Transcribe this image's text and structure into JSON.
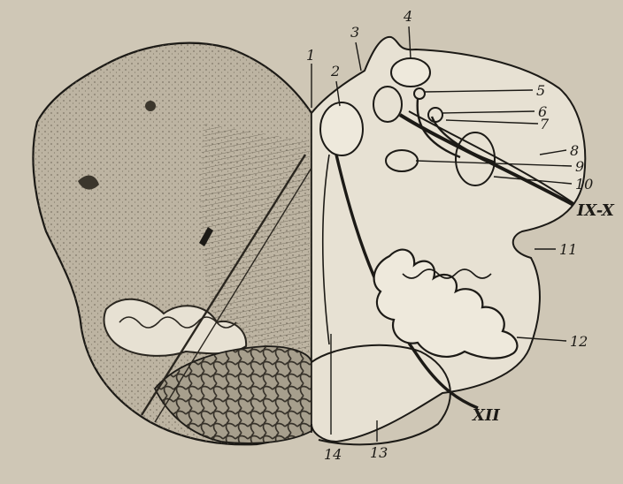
{
  "figure": {
    "palette": {
      "paper": "#cfc7b6",
      "paper_light": "#e7e1d3",
      "ink": "#1c1a16",
      "shade": "#8c8474"
    },
    "labels": [
      {
        "id": "1",
        "text": "1"
      },
      {
        "id": "2",
        "text": "2"
      },
      {
        "id": "3",
        "text": "3"
      },
      {
        "id": "4",
        "text": "4"
      },
      {
        "id": "5",
        "text": "5"
      },
      {
        "id": "6",
        "text": "6"
      },
      {
        "id": "7",
        "text": "7"
      },
      {
        "id": "8",
        "text": "8"
      },
      {
        "id": "9",
        "text": "9"
      },
      {
        "id": "10",
        "text": "10"
      },
      {
        "id": "11",
        "text": "11"
      },
      {
        "id": "12",
        "text": "12"
      },
      {
        "id": "13",
        "text": "13"
      },
      {
        "id": "14",
        "text": "14"
      },
      {
        "id": "ix-x",
        "text": "IX-X"
      },
      {
        "id": "xii",
        "text": "XII"
      }
    ]
  }
}
